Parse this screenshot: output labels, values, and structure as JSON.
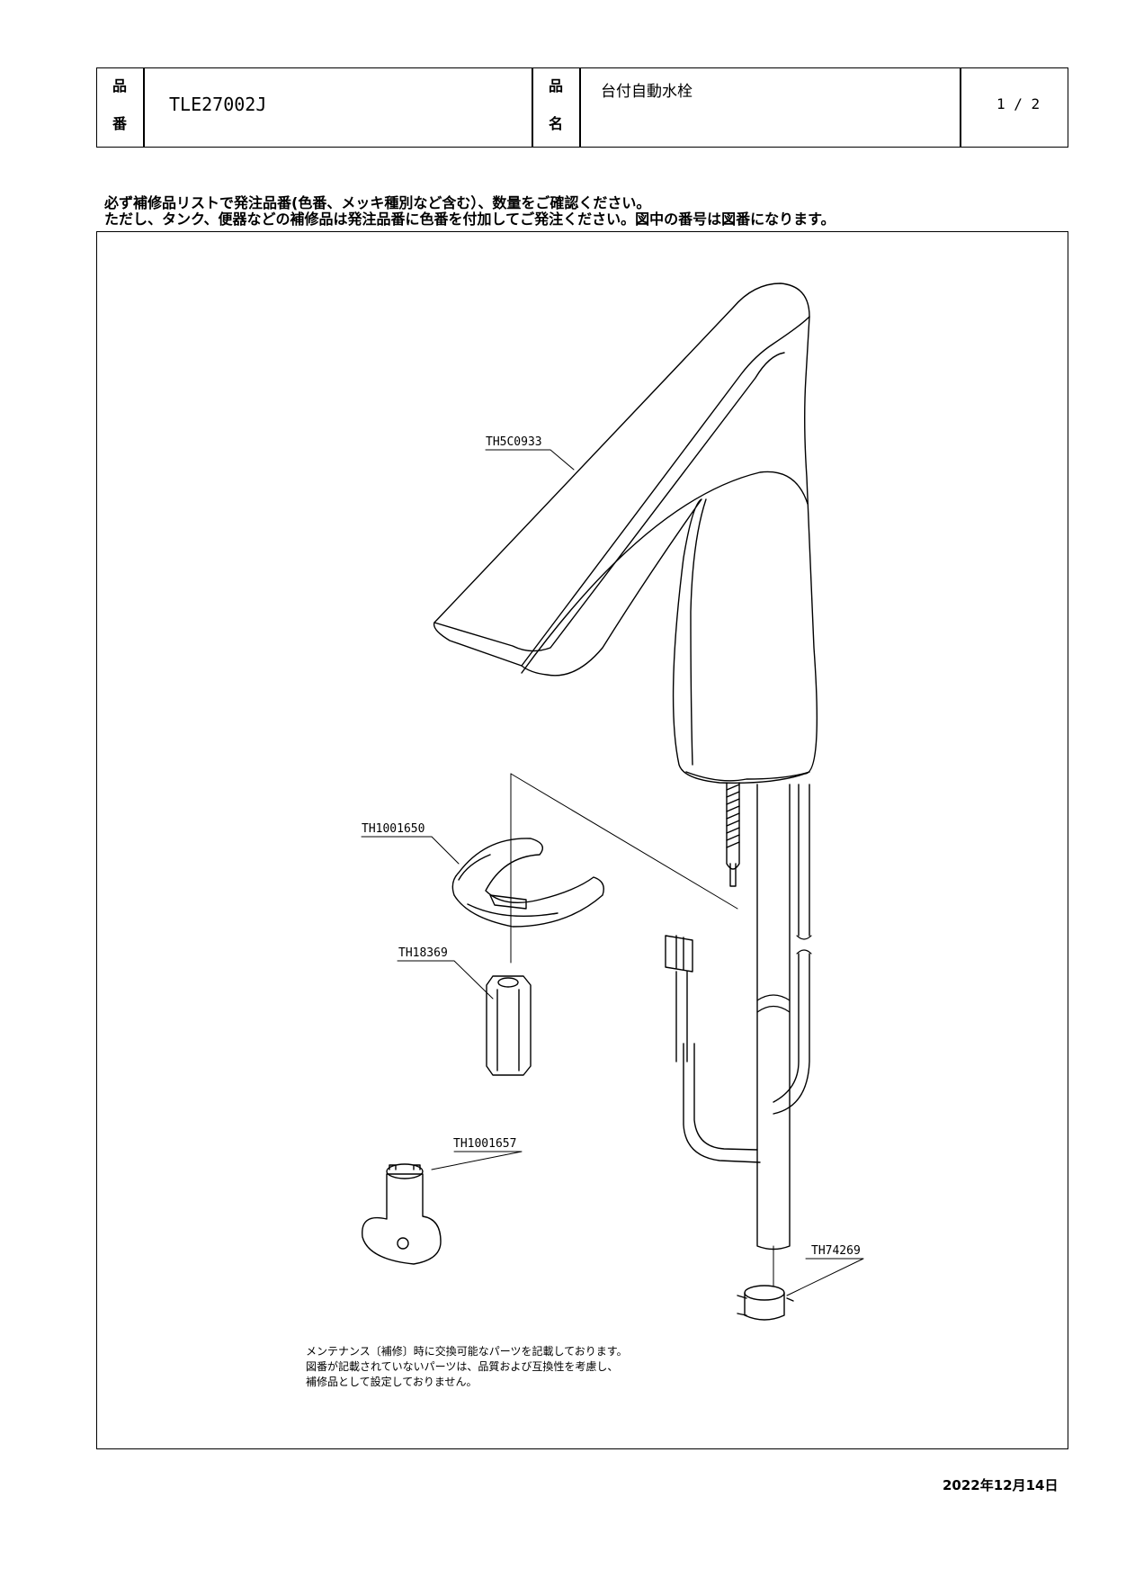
{
  "header": {
    "part_no_label_1": "品",
    "part_no_label_2": "番",
    "part_no": "TLE27002J",
    "name_label_1": "品",
    "name_label_2": "名",
    "product_name": "台付自動水栓",
    "page": "1 / 2"
  },
  "instructions": {
    "line1": "必ず補修品リストで発注品番(色番、メッキ種別など含む）、数量をご確認ください。",
    "line2": "ただし、タンク、便器などの補修品は発注品番に色番を付加してご発注ください。図中の番号は図番になります。"
  },
  "callouts": {
    "spout": "TH5C0933",
    "bracket": "TH1001650",
    "nut": "TH18369",
    "key": "TH1001657",
    "clip": "TH74269"
  },
  "note": {
    "line1": "メンテナンス〔補修〕時に交換可能なパーツを記載しております。",
    "line2": "図番が記載されていないパーツは、品質および互換性を考慮し、",
    "line3": "補修品として設定しておりません。"
  },
  "date": "2022年12月14日"
}
